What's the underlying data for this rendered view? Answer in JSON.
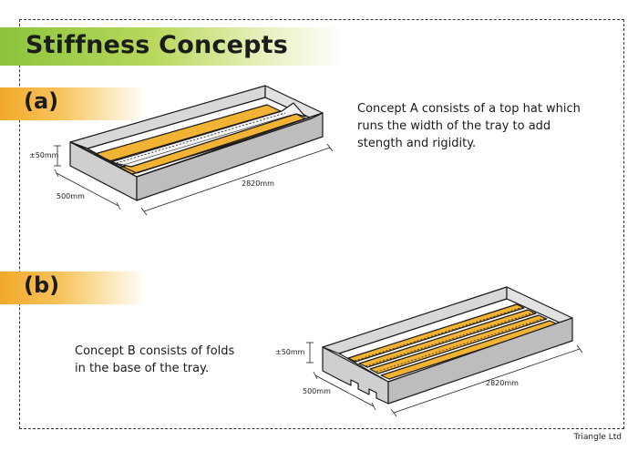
{
  "page": {
    "title": "Stiffness Concepts",
    "footer": "Triangle Ltd"
  },
  "colors": {
    "title_band": "#8cc43c",
    "label_band": "#f2a92b",
    "strip": "#f2b233",
    "tray_wall": "#cfcfcf",
    "tray_base": "#ffffff",
    "outline": "#1a1a1a"
  },
  "sections": {
    "a": {
      "label": "(a)",
      "description": "Concept A consists of a top hat which\nruns the width of the tray to add\nstength and rigidity.",
      "dims": {
        "height": "±50mm",
        "width": "500mm",
        "length": "2820mm"
      }
    },
    "b": {
      "label": "(b)",
      "description": "Concept B consists of folds\nin the base of the tray.",
      "dims": {
        "height": "±50mm",
        "width": "500mm",
        "length": "2820mm"
      }
    }
  }
}
